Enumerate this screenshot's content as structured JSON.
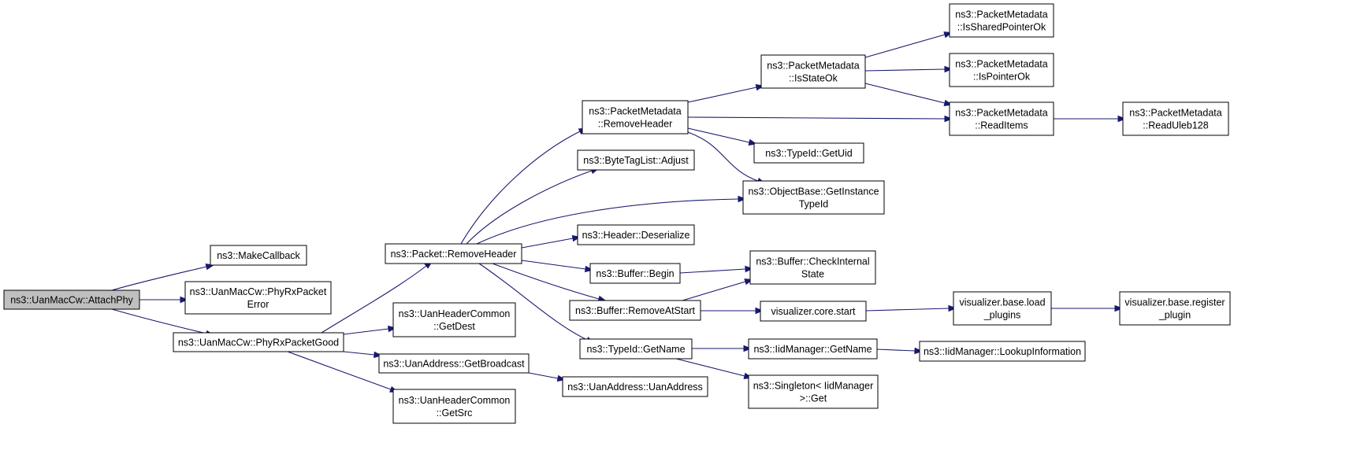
{
  "graph": {
    "nodes": [
      {
        "id": "attachphy",
        "lines": [
          "ns3::UanMacCw::AttachPhy"
        ],
        "root": true
      },
      {
        "id": "makecallback",
        "lines": [
          "ns3::MakeCallback"
        ]
      },
      {
        "id": "phyrxpacketerror",
        "lines": [
          "ns3::UanMacCw::PhyRxPacket",
          "Error"
        ]
      },
      {
        "id": "phyrxpacketgood",
        "lines": [
          "ns3::UanMacCw::PhyRxPacketGood"
        ]
      },
      {
        "id": "packet-removeheader",
        "lines": [
          "ns3::Packet::RemoveHeader"
        ]
      },
      {
        "id": "uanheadercommon-getdest",
        "lines": [
          "ns3::UanHeaderCommon",
          "::GetDest"
        ]
      },
      {
        "id": "uanaddress-getbroadcast",
        "lines": [
          "ns3::UanAddress::GetBroadcast"
        ]
      },
      {
        "id": "uanheadercommon-getsrc",
        "lines": [
          "ns3::UanHeaderCommon",
          "::GetSrc"
        ]
      },
      {
        "id": "packetmetadata-removeheader",
        "lines": [
          "ns3::PacketMetadata",
          "::RemoveHeader"
        ]
      },
      {
        "id": "bytetaglist-adjust",
        "lines": [
          "ns3::ByteTagList::Adjust"
        ]
      },
      {
        "id": "header-deserialize",
        "lines": [
          "ns3::Header::Deserialize"
        ]
      },
      {
        "id": "buffer-begin",
        "lines": [
          "ns3::Buffer::Begin"
        ]
      },
      {
        "id": "buffer-removeatstart",
        "lines": [
          "ns3::Buffer::RemoveAtStart"
        ]
      },
      {
        "id": "typeid-getname",
        "lines": [
          "ns3::TypeId::GetName"
        ]
      },
      {
        "id": "uanaddress-uanaddress",
        "lines": [
          "ns3::UanAddress::UanAddress"
        ]
      },
      {
        "id": "packetmetadata-isstateok",
        "lines": [
          "ns3::PacketMetadata",
          "::IsStateOk"
        ]
      },
      {
        "id": "typeid-getuid",
        "lines": [
          "ns3::TypeId::GetUid"
        ]
      },
      {
        "id": "objectbase-getinstancetypeid",
        "lines": [
          "ns3::ObjectBase::GetInstance",
          "TypeId"
        ]
      },
      {
        "id": "buffer-checkinternalstate",
        "lines": [
          "ns3::Buffer::CheckInternal",
          "State"
        ]
      },
      {
        "id": "visualizer-core-start",
        "lines": [
          "visualizer.core.start"
        ]
      },
      {
        "id": "iidmanager-getname",
        "lines": [
          "ns3::IidManager::GetName"
        ]
      },
      {
        "id": "singleton-iidmanager-get",
        "lines": [
          "ns3::Singleton< IidManager",
          " >::Get"
        ]
      },
      {
        "id": "packetmetadata-issharedpointerok",
        "lines": [
          "ns3::PacketMetadata",
          "::IsSharedPointerOk"
        ]
      },
      {
        "id": "packetmetadata-ispointerok",
        "lines": [
          "ns3::PacketMetadata",
          "::IsPointerOk"
        ]
      },
      {
        "id": "packetmetadata-readitems",
        "lines": [
          "ns3::PacketMetadata",
          "::ReadItems"
        ]
      },
      {
        "id": "visualizer-base-load-plugins",
        "lines": [
          "visualizer.base.load",
          "_plugins"
        ]
      },
      {
        "id": "iidmanager-lookupinformation",
        "lines": [
          "ns3::IidManager::LookupInformation"
        ]
      },
      {
        "id": "packetmetadata-readuleb128",
        "lines": [
          "ns3::PacketMetadata",
          "::ReadUleb128"
        ]
      },
      {
        "id": "visualizer-base-register-plugin",
        "lines": [
          "visualizer.base.register",
          "_plugin"
        ]
      }
    ],
    "edges": [
      {
        "from": "attachphy",
        "to": "makecallback"
      },
      {
        "from": "attachphy",
        "to": "phyrxpacketerror"
      },
      {
        "from": "attachphy",
        "to": "phyrxpacketgood"
      },
      {
        "from": "phyrxpacketgood",
        "to": "packet-removeheader"
      },
      {
        "from": "phyrxpacketgood",
        "to": "uanheadercommon-getdest"
      },
      {
        "from": "phyrxpacketgood",
        "to": "uanaddress-getbroadcast"
      },
      {
        "from": "phyrxpacketgood",
        "to": "uanheadercommon-getsrc"
      },
      {
        "from": "packet-removeheader",
        "to": "packetmetadata-removeheader"
      },
      {
        "from": "packet-removeheader",
        "to": "bytetaglist-adjust"
      },
      {
        "from": "packet-removeheader",
        "to": "objectbase-getinstancetypeid"
      },
      {
        "from": "packet-removeheader",
        "to": "header-deserialize"
      },
      {
        "from": "packet-removeheader",
        "to": "buffer-begin"
      },
      {
        "from": "packet-removeheader",
        "to": "buffer-removeatstart"
      },
      {
        "from": "packet-removeheader",
        "to": "typeid-getname"
      },
      {
        "from": "uanaddress-getbroadcast",
        "to": "uanaddress-uanaddress"
      },
      {
        "from": "packetmetadata-removeheader",
        "to": "packetmetadata-isstateok"
      },
      {
        "from": "packetmetadata-removeheader",
        "to": "packetmetadata-readitems"
      },
      {
        "from": "packetmetadata-removeheader",
        "to": "typeid-getuid"
      },
      {
        "from": "packetmetadata-removeheader",
        "to": "objectbase-getinstancetypeid"
      },
      {
        "from": "packetmetadata-isstateok",
        "to": "packetmetadata-issharedpointerok"
      },
      {
        "from": "packetmetadata-isstateok",
        "to": "packetmetadata-ispointerok"
      },
      {
        "from": "packetmetadata-isstateok",
        "to": "packetmetadata-readitems"
      },
      {
        "from": "packetmetadata-readitems",
        "to": "packetmetadata-readuleb128"
      },
      {
        "from": "buffer-begin",
        "to": "buffer-checkinternalstate"
      },
      {
        "from": "buffer-removeatstart",
        "to": "buffer-checkinternalstate"
      },
      {
        "from": "buffer-removeatstart",
        "to": "visualizer-core-start"
      },
      {
        "from": "visualizer-core-start",
        "to": "visualizer-base-load-plugins"
      },
      {
        "from": "visualizer-base-load-plugins",
        "to": "visualizer-base-register-plugin"
      },
      {
        "from": "typeid-getname",
        "to": "iidmanager-getname"
      },
      {
        "from": "typeid-getname",
        "to": "singleton-iidmanager-get"
      },
      {
        "from": "iidmanager-getname",
        "to": "iidmanager-lookupinformation"
      }
    ],
    "colors": {
      "edge": "#191970",
      "node_border": "#000000",
      "node_fill": "#ffffff",
      "root_fill": "#bfbfbf",
      "text": "#000000"
    }
  }
}
